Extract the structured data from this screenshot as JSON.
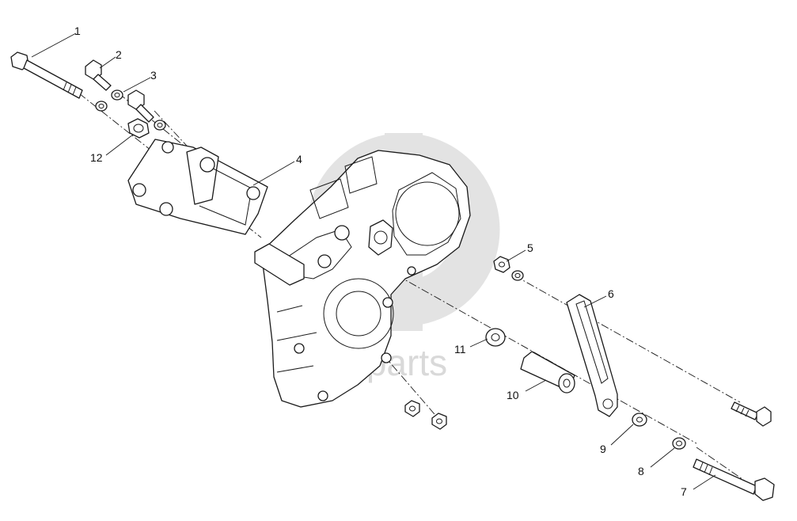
{
  "watermark": {
    "text": "data-parts",
    "color": "#d9d9d9"
  },
  "callouts": [
    "1",
    "2",
    "3",
    "4",
    "5",
    "6",
    "7",
    "8",
    "9",
    "10",
    "11",
    "12"
  ],
  "icons": {
    "watermark": "dp-logo-icon"
  }
}
